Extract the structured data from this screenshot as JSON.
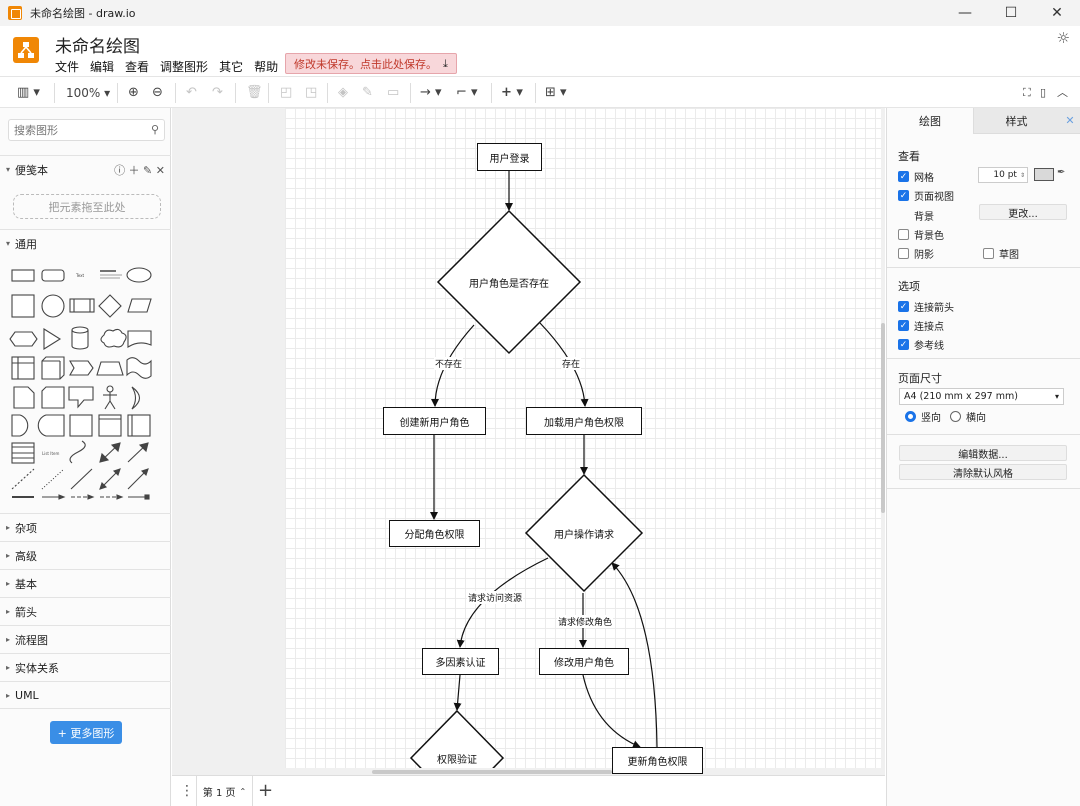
{
  "window": {
    "title": "未命名绘图 - draw.io",
    "minimize": "—",
    "maximize": "☐",
    "close": "✕"
  },
  "header": {
    "doc_title": "未命名绘图",
    "menu": [
      "文件",
      "编辑",
      "查看",
      "调整图形",
      "其它",
      "帮助"
    ],
    "save_warning": "修改未保存。点击此处保存。"
  },
  "toolbar": {
    "zoom": "100%"
  },
  "sidebar": {
    "search_placeholder": "搜索图形",
    "scratchpad_title": "便笺本",
    "drop_zone": "把元素拖至此处",
    "general_title": "通用",
    "sections": [
      "杂项",
      "高级",
      "基本",
      "箭头",
      "流程图",
      "实体关系",
      "UML"
    ],
    "more_shapes": "+ 更多图形"
  },
  "diagram": {
    "nodes": {
      "login": "用户登录",
      "role_exists": "用户角色是否存在",
      "create_role": "创建新用户角色",
      "load_perm": "加载用户角色权限",
      "assign_perm": "分配角色权限",
      "user_op": "用户操作请求",
      "mfa": "多因素认证",
      "modify_role": "修改用户角色",
      "perm_verify": "权限验证",
      "update_perm": "更新角色权限"
    },
    "edges": {
      "not_exist": "不存在",
      "exist": "存在",
      "req_resource": "请求访问资源",
      "req_modify": "请求修改角色"
    }
  },
  "pagebar": {
    "page_tab": "第 1 页"
  },
  "format": {
    "tabs": [
      "绘图",
      "样式"
    ],
    "view_title": "查看",
    "grid_label": "网格",
    "grid_size": "10 pt",
    "page_view_label": "页面视图",
    "background_label": "背景",
    "change_button": "更改...",
    "bg_color_label": "背景色",
    "shadow_label": "阴影",
    "sketch_label": "草图",
    "options_title": "选项",
    "connection_arrows": "连接箭头",
    "connection_points": "连接点",
    "guides": "参考线",
    "page_size_title": "页面尺寸",
    "page_size_value": "A4 (210 mm x 297 mm)",
    "portrait": "竖向",
    "landscape": "横向",
    "edit_data": "编辑数据...",
    "clear_style": "清除默认风格"
  }
}
